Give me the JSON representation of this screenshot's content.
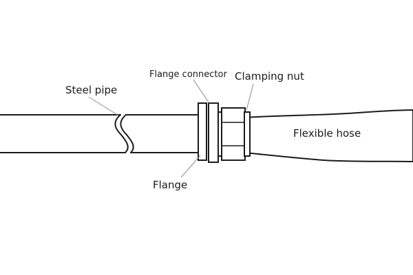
{
  "labels": {
    "steel_pipe": "Steel pipe",
    "flange_connector": "Flange connector",
    "clamping_nut": "Clamping nut",
    "flexible_hose": "Flexible hose",
    "flange": "Flange"
  },
  "colors": {
    "line": "#1a1a1a",
    "leader": "#8a8a8a",
    "background": "#ffffff"
  }
}
